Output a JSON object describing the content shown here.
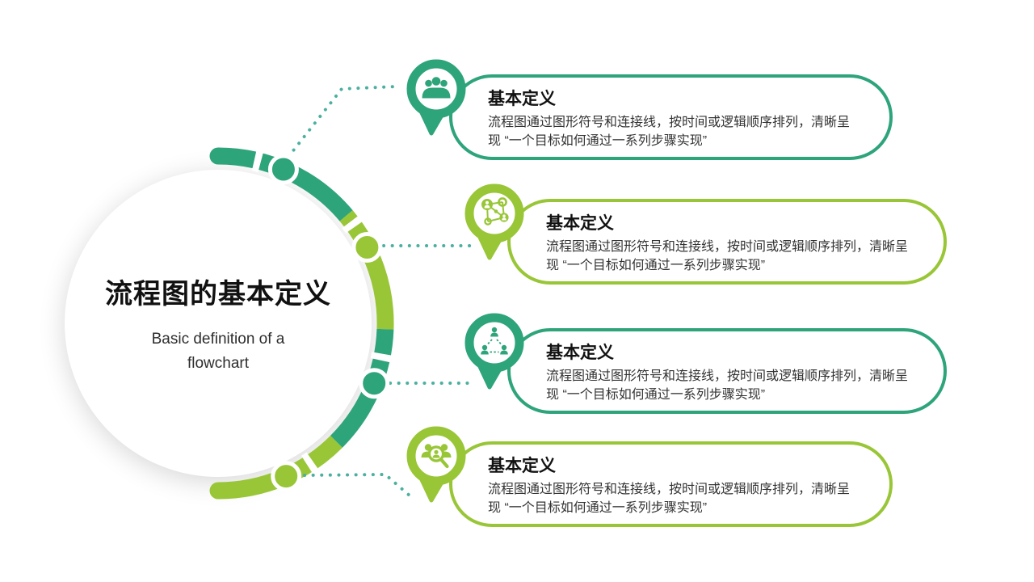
{
  "slide": {
    "title": "流程图的基本定义",
    "subtitle": "Basic definition of a\nflowchart"
  },
  "colors": {
    "teal": "#2EA47B",
    "green": "#99C637",
    "dotted": "#4BB0A0"
  },
  "items": [
    {
      "title": "基本定义",
      "body": "流程图通过图形符号和连接线，按时间或逻辑顺序排列，清晰呈\n现 “一个目标如何通过一系列步骤实现”",
      "icon": "team-group-icon",
      "accent": "teal"
    },
    {
      "title": "基本定义",
      "body": "流程图通过图形符号和连接线，按时间或逻辑顺序排列，清晰呈\n现 “一个目标如何通过一系列步骤实现”",
      "icon": "people-network-icon",
      "accent": "green"
    },
    {
      "title": "基本定义",
      "body": "流程图通过图形符号和连接线，按时间或逻辑顺序排列，清晰呈\n现 “一个目标如何通过一系列步骤实现”",
      "icon": "people-hierarchy-icon",
      "accent": "teal"
    },
    {
      "title": "基本定义",
      "body": "流程图通过图形符号和连接线，按时间或逻辑顺序排列，清晰呈\n现 “一个目标如何通过一系列步骤实现”",
      "icon": "people-search-icon",
      "accent": "green"
    }
  ]
}
